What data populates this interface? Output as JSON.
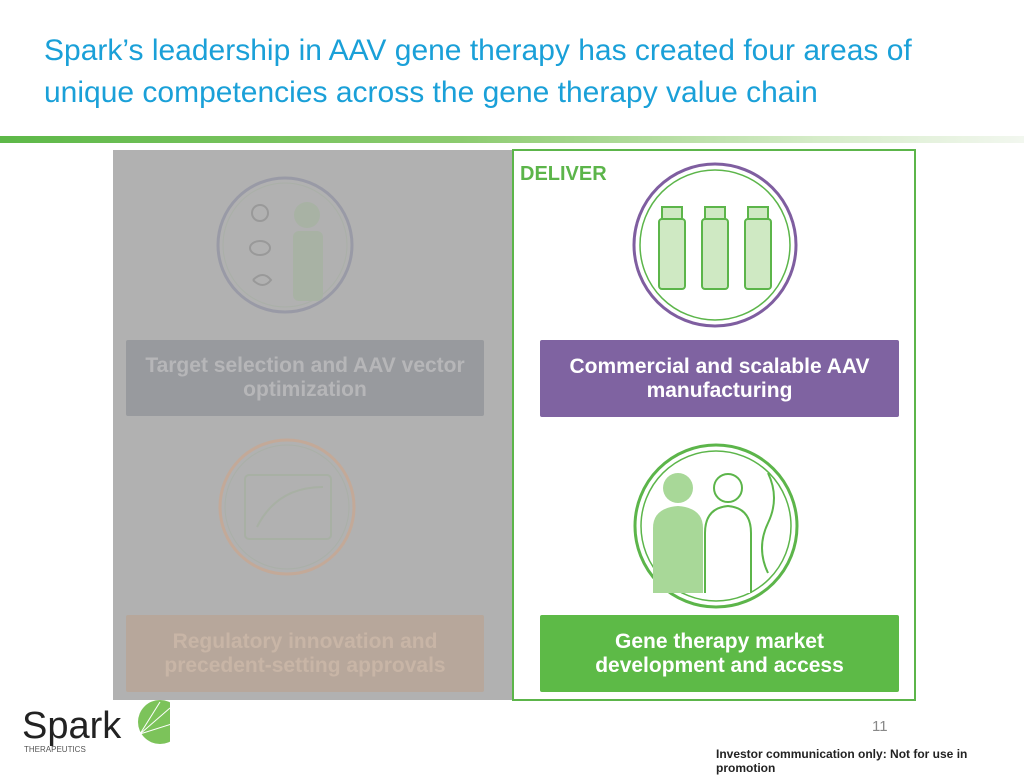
{
  "title": "Spark’s leadership in AAV gene therapy has created four areas of unique competencies across the gene therapy value chain",
  "deliver_label": "DELIVER",
  "competencies": [
    {
      "label": "Target selection and AAV vector optimization",
      "color": "#989a9e",
      "state": "dimmed"
    },
    {
      "label": "Commercial and scalable AAV manufacturing",
      "color": "#7f63a1",
      "state": "active"
    },
    {
      "label": "Regulatory innovation and precedent-setting approvals",
      "color": "#b7a79b",
      "state": "dimmed"
    },
    {
      "label": "Gene therapy market development and access",
      "color": "#5dba47",
      "state": "active"
    }
  ],
  "logo": {
    "name": "Spark",
    "sub": "THERAPEUTICS"
  },
  "page_number": "11",
  "footer": "Investor communication only: Not for use in promotion"
}
